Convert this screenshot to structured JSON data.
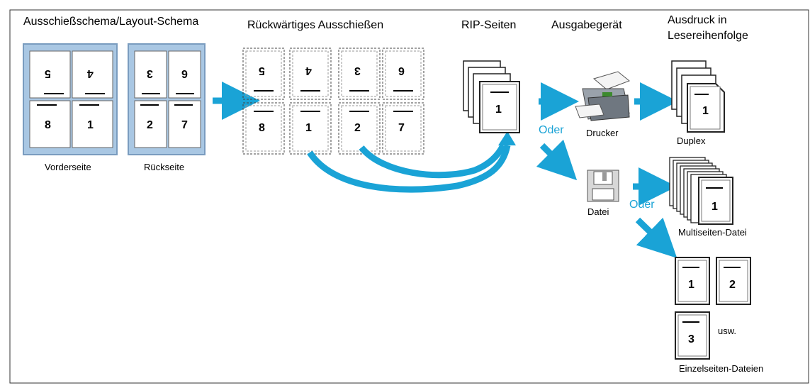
{
  "section_titles": {
    "layout_scheme": "Ausschießschema/Layout-Schema",
    "reverse_imposition": "Rückwärtiges Ausschießen",
    "rip_pages": "RIP-Seiten",
    "output_device": "Ausgabegerät",
    "printout_line1": "Ausdruck in",
    "printout_line2": "Lesereihenfolge"
  },
  "sheets": {
    "front_label": "Vorderseite",
    "back_label": "Rückseite",
    "front_top": [
      "5",
      "4"
    ],
    "front_bottom": [
      "8",
      "1"
    ],
    "back_top": [
      "3",
      "6"
    ],
    "back_bottom": [
      "2",
      "7"
    ]
  },
  "reverse_pages": {
    "top": [
      "5",
      "4",
      "3",
      "6"
    ],
    "bottom": [
      "8",
      "1",
      "2",
      "7"
    ]
  },
  "rip_page_number": "1",
  "devices": {
    "printer_label": "Drucker",
    "file_label": "Datei",
    "or_label_1": "Oder",
    "or_label_2": "Oder"
  },
  "outputs": {
    "duplex_label": "Duplex",
    "duplex_page": "1",
    "multipage_label": "Multiseiten-Datei",
    "multipage_page": "1",
    "single_pages": [
      "1",
      "2",
      "3"
    ],
    "etc_label": "usw.",
    "single_label": "Einzelseiten-Dateien"
  },
  "colors": {
    "accent": "#1aa3d6",
    "sheet_fill": "#a9c7e3",
    "sheet_border": "#7a9cbf"
  }
}
